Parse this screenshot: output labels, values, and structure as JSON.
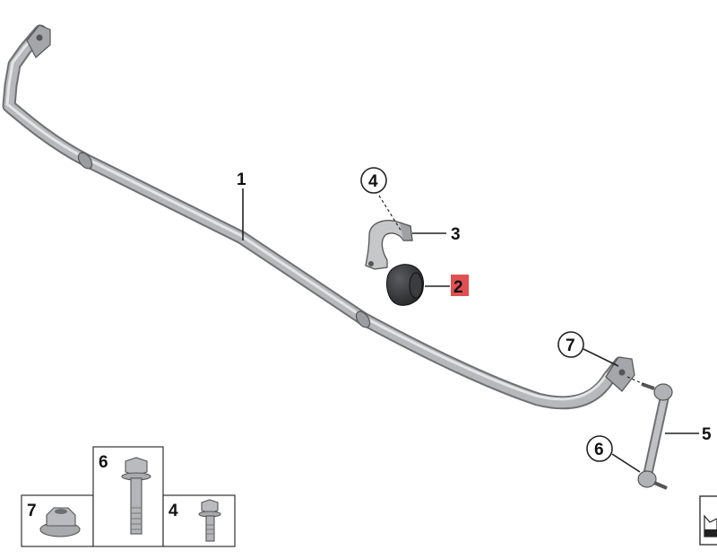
{
  "callouts": {
    "bar": "1",
    "bushing": "2",
    "bracket": "3",
    "bracket_bolt": "4",
    "link": "5",
    "link_lower_bolt": "6",
    "link_upper_nut": "7"
  },
  "legend": {
    "nut": "7",
    "bolt_long": "6",
    "bolt_short": "4"
  },
  "colors": {
    "highlight": "#e04848",
    "steel": "#a7a9ac",
    "steel_dark": "#6d6f72",
    "rubber": "#2e2f31"
  }
}
